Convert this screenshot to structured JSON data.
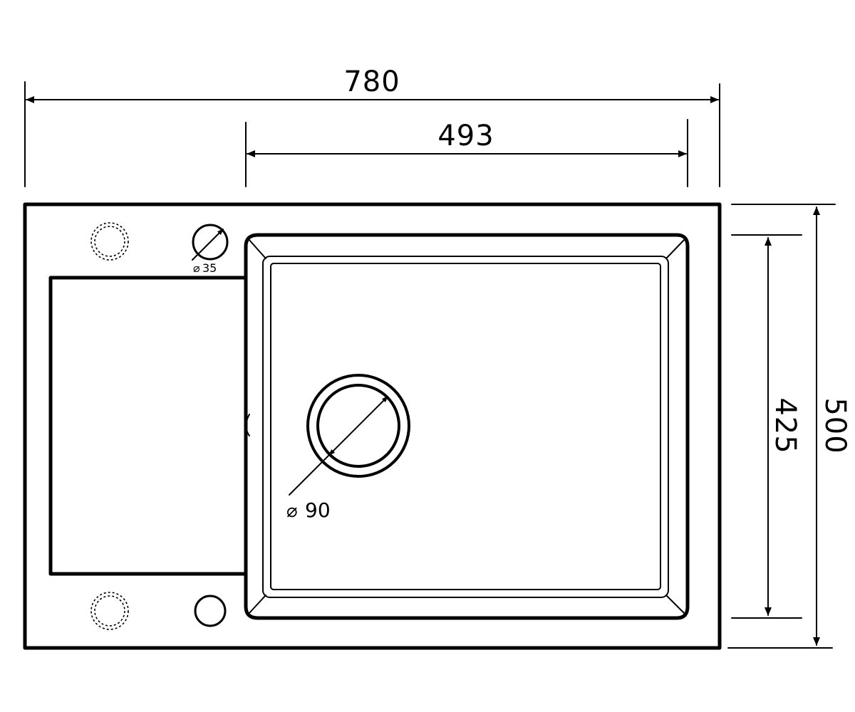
{
  "drawing": {
    "overall_width": "780",
    "bowl_width": "493",
    "bowl_depth": "425",
    "overall_depth": "500",
    "tap_hole_diameter": "35",
    "drain_diameter": "90",
    "line_color": "#000000",
    "background": "#ffffff"
  }
}
